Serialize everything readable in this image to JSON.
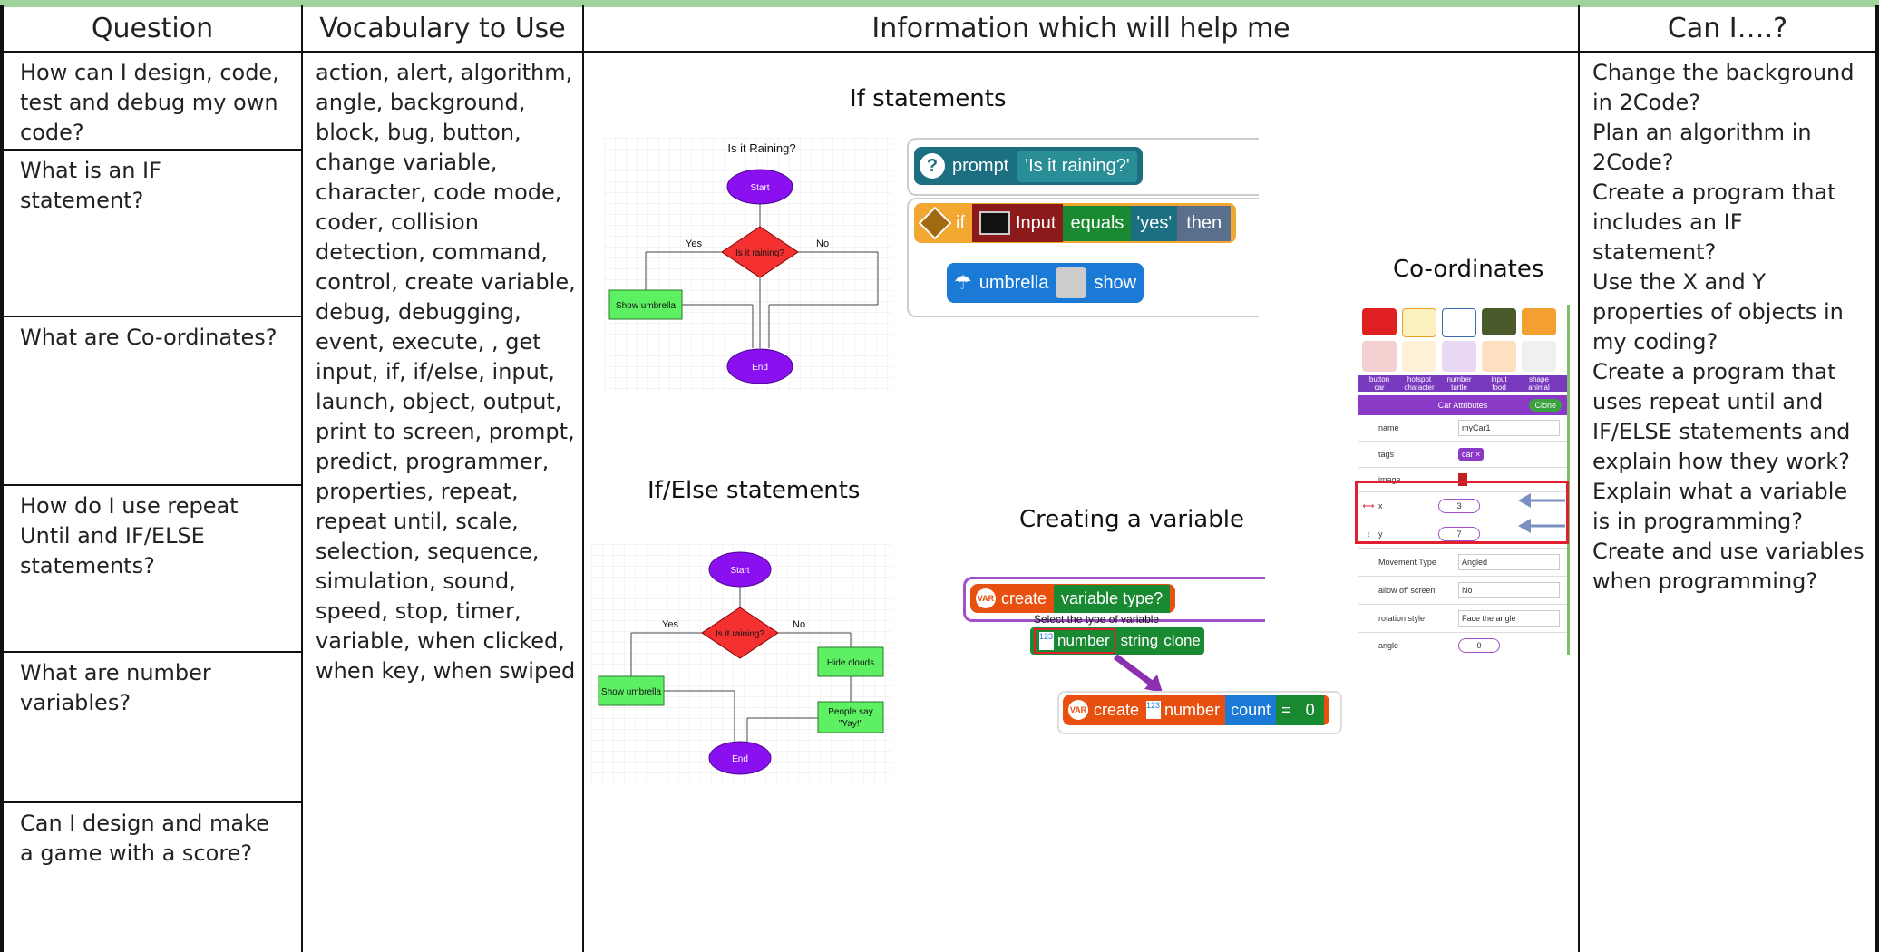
{
  "headers": {
    "question": "Question",
    "vocab": "Vocabulary to Use",
    "info": "Information which will help me",
    "can": "Can I….?"
  },
  "questions": [
    "How can I design, code, test and debug my own code?",
    "What is an IF statement?",
    "What are Co-ordinates?",
    "How do I use repeat Until and IF/ELSE statements?",
    "What are number variables?",
    "Can I design and make a game with a score?"
  ],
  "vocabulary": "action, alert, algorithm, angle, background, block, bug, button, change variable, character, code mode, coder, collision detection, command, control, create variable, debug, debugging, event, execute, , get input, if, if/else, input, launch, object, output, print to screen, prompt, predict, programmer, properties, repeat, repeat until, scale, selection, sequence, simulation, sound, speed, stop, timer, variable, when clicked, when key, when swiped",
  "can_i": [
    "Change the background in 2Code?",
    "Plan an algorithm in 2Code?",
    "Create a program that includes an IF statement?",
    "Use the X and Y properties of objects in my coding?",
    "Create a program that uses repeat until and IF/ELSE statements and explain how they work?",
    "Explain what a variable is in programming?",
    "Create and use variables when programming?"
  ],
  "info": {
    "if_title": "If statements",
    "ifelse_title": "If/Else statements",
    "variable_title": "Creating a variable",
    "coords_title": "Co-ordinates",
    "flow1": {
      "title": "Is it Raining?",
      "start": "Start",
      "decision": "Is it raining?",
      "yes": "Yes",
      "no": "No",
      "action": "Show umbrella",
      "end": "End"
    },
    "flow2": {
      "start": "Start",
      "decision": "Is it raining?",
      "yes": "Yes",
      "no": "No",
      "action_yes": "Show umbrella",
      "action_no": "Hide clouds",
      "action_no2a": "People say",
      "action_no2b": "\"Yay!\"",
      "end": "End"
    },
    "code_if": {
      "prompt": "prompt",
      "prompt_text": "'Is it raining?'",
      "if": "if",
      "input": "Input",
      "equals": "equals",
      "yes": "'yes'",
      "then": "then",
      "umbrella": "umbrella",
      "show": "show"
    },
    "code_var": {
      "create": "create",
      "var_type": "variable type?",
      "select_text": "Select the type of variable",
      "number": "number",
      "string": "string",
      "clone": "clone",
      "create2": "create",
      "number2": "number",
      "count": "count",
      "eq": "=",
      "zero": "0"
    },
    "palette": {
      "labels": [
        "button",
        "hotspot",
        "number",
        "input",
        "shape",
        "car",
        "character",
        "turtle",
        "food",
        "animal"
      ],
      "attr_title": "Car Attributes",
      "clone": "Clone",
      "rows": [
        {
          "label": "name",
          "value": "myCar1"
        },
        {
          "label": "tags",
          "value": "car ×"
        },
        {
          "label": "image",
          "value": ""
        },
        {
          "label": "x",
          "value": "3"
        },
        {
          "label": "y",
          "value": "7"
        },
        {
          "label": "Movement Type",
          "value": "Angled"
        },
        {
          "label": "allow off screen",
          "value": "No"
        },
        {
          "label": "rotation style",
          "value": "Face the angle"
        },
        {
          "label": "angle",
          "value": "0"
        }
      ]
    }
  },
  "colors": {
    "start_end": "#8b10f0",
    "decision": "#f43030",
    "process": "#5df062",
    "grid": "#e8e8e8",
    "accent_purple": "#a050c8",
    "highlight": "#e02030"
  }
}
